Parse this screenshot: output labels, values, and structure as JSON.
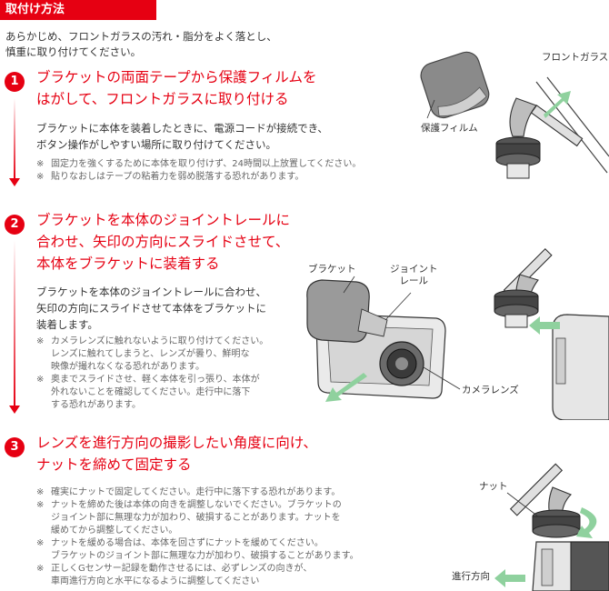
{
  "header": {
    "title": "取付け方法"
  },
  "intro": {
    "lines": [
      "あらかじめ、フロントガラスの汚れ・脂分をよく落とし、",
      "慎重に取り付けてください。"
    ]
  },
  "steps": [
    {
      "number": "1",
      "title": [
        "ブラケットの両面テープから保護フィルムを",
        "はがして、フロントガラスに取り付ける"
      ],
      "body": [
        "ブラケットに本体を装着したときに、電源コードが接続でき、",
        "ボタン操作がしやすい場所に取り付けてください。"
      ],
      "notes": [
        {
          "mark": "※",
          "text": "固定力を強くするために本体を取り付けず、24時間以上放置してください。"
        },
        {
          "mark": "※",
          "text": "貼りなおしはテープの粘着力を弱め脱落する恐れがあります。"
        }
      ],
      "figure_labels": {
        "film": "保護フィルム",
        "glass": "フロントガラス"
      }
    },
    {
      "number": "2",
      "title": [
        "ブラケットを本体のジョイントレールに",
        "合わせ、矢印の方向にスライドさせて、",
        "本体をブラケットに装着する"
      ],
      "body": [
        "ブラケットを本体のジョイントレールに合わせ、",
        "矢印の方向にスライドさせて本体をブラケットに",
        "装着します。"
      ],
      "notes": [
        {
          "mark": "※",
          "lines": [
            "カメラレンズに触れないように取り付けてください。",
            "レンズに触れてしまうと、レンズが曇り、鮮明な",
            "映像が撮れなくなる恐れがあります。"
          ]
        },
        {
          "mark": "※",
          "lines": [
            "奥までスライドさせ、軽く本体を引っ張り、本体が",
            "外れないことを確認してください。走行中に落下",
            "する恐れがあります。"
          ]
        }
      ],
      "figure_labels": {
        "bracket": "ブラケット",
        "joint_line1": "ジョイント",
        "joint_line2": "レール",
        "lens": "カメラレンズ"
      }
    },
    {
      "number": "3",
      "title": [
        "レンズを進行方向の撮影したい角度に向け、",
        "ナットを締めて固定する"
      ],
      "notes": [
        {
          "mark": "※",
          "lines": [
            "確実にナットで固定してください。走行中に落下する恐れがあります。"
          ]
        },
        {
          "mark": "※",
          "lines": [
            "ナットを締めた後は本体の向きを調整しないでください。ブラケットの",
            "ジョイント部に無理な力が加わり、破損することがあります。ナットを",
            "緩めてから調整してください。"
          ]
        },
        {
          "mark": "※",
          "lines": [
            "ナットを緩める場合は、本体を回さずにナットを緩めてください。",
            "ブラケットのジョイント部に無理な力が加わり、破損することがあります。"
          ]
        },
        {
          "mark": "※",
          "lines": [
            "正しくGセンサー記録を動作させるには、必ずレンズの向きが、",
            "車両進行方向と水平になるように調整してください"
          ]
        }
      ],
      "figure_labels": {
        "nut": "ナット",
        "direction": "進行方向"
      }
    }
  ],
  "colors": {
    "accent": "#e60012",
    "arrow_green": "#8fd19e"
  }
}
